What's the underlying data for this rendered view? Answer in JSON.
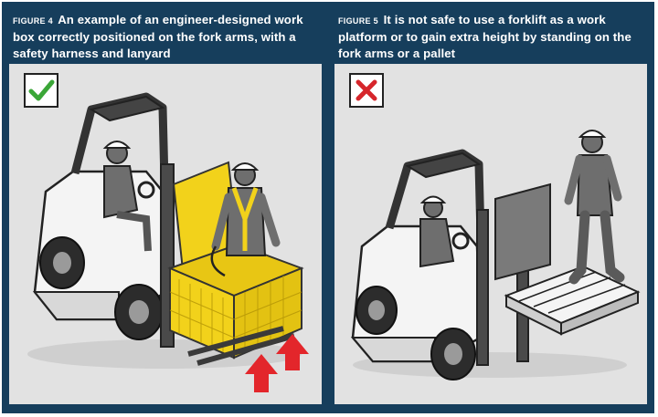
{
  "figures": [
    {
      "label": "FIGURE 4",
      "caption": "An example of an engineer-designed work box correctly positioned on the fork arms, with a safety harness and lanyard",
      "verdict_icon": "check-mark-icon",
      "verdict_color": "#3aa637"
    },
    {
      "label": "FIGURE 5",
      "caption": "It is not safe to use a forklift as a work platform or to gain extra height by standing on the fork arms or a pallet",
      "verdict_icon": "cross-mark-icon",
      "verdict_color": "#d6262b"
    }
  ],
  "colors": {
    "frame": "#163e5c",
    "panel_background": "#e2e2e2",
    "work_box": "#f2d21b",
    "arrow": "#e3262b",
    "worker": "#6e6e6e",
    "forklift_body": "#f4f4f4",
    "outline": "#222222"
  }
}
